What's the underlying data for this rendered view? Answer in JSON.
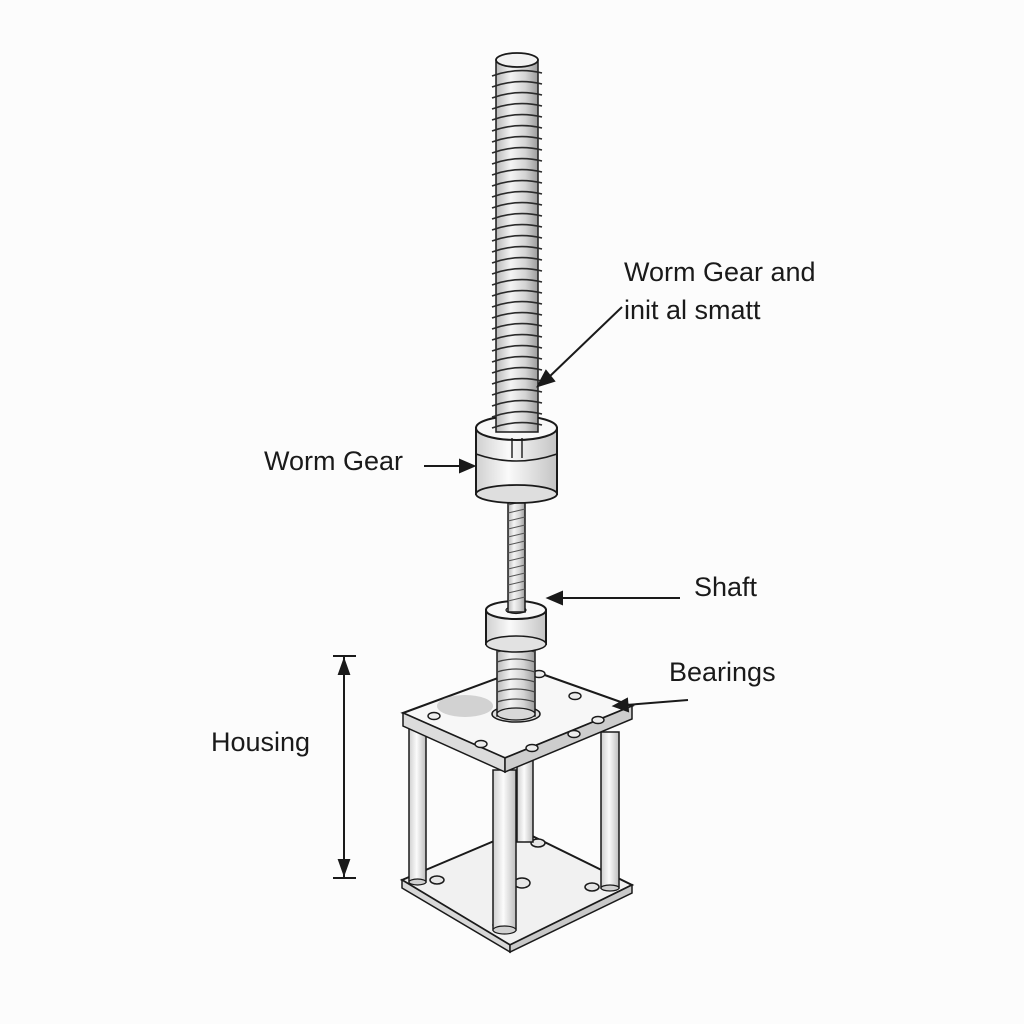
{
  "labels": {
    "worm_gear_shaft_line1": "Worm Gear and",
    "worm_gear_shaft_line2": "init al smatt",
    "worm_gear": "Worm Gear",
    "shaft": "Shaft",
    "bearings": "Bearings",
    "housing": "Housing"
  },
  "colors": {
    "line": "#1a1a1a",
    "metal_light": "#f4f4f4",
    "metal_mid": "#d9d9d9",
    "metal_dark": "#b5b5b5",
    "background": "#fcfcfc"
  }
}
